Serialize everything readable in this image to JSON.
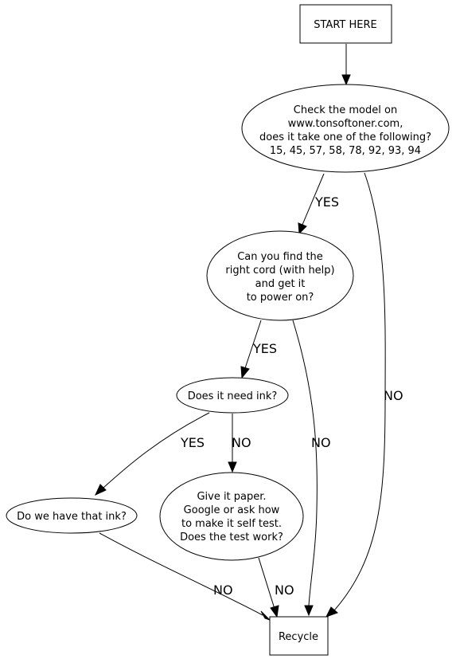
{
  "nodes": {
    "start": {
      "lines": [
        "START HERE"
      ]
    },
    "check_model": {
      "lines": [
        "Check the model on",
        "www.tonsoftoner.com,",
        "does it take one of the following?",
        "15, 45, 57, 58, 78, 92, 93, 94"
      ]
    },
    "find_cord": {
      "lines": [
        "Can you find the",
        "right cord (with help)",
        "and get it",
        "to power on?"
      ]
    },
    "need_ink": {
      "lines": [
        "Does it need ink?"
      ]
    },
    "have_ink": {
      "lines": [
        "Do we have that ink?"
      ]
    },
    "self_test": {
      "lines": [
        "Give it paper.",
        "Google or ask how",
        "to make it self test.",
        "Does the test work?"
      ]
    },
    "recycle": {
      "lines": [
        "Recycle"
      ]
    }
  },
  "edges": {
    "check_yes": "YES",
    "check_no": "NO",
    "cord_yes": "YES",
    "cord_no": "NO",
    "ink_yes": "YES",
    "ink_no": "NO",
    "have_no": "NO",
    "test_no": "NO"
  }
}
